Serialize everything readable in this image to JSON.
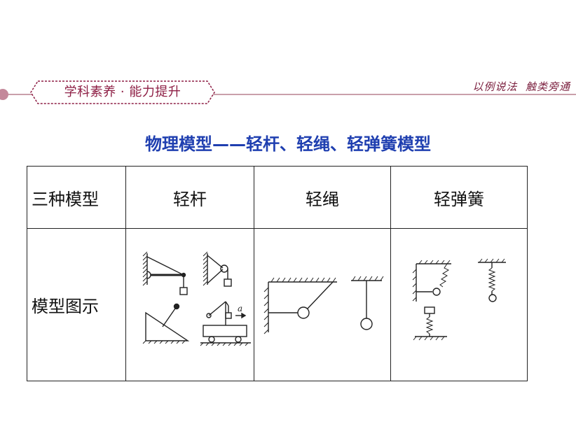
{
  "header": {
    "section_label": "学科素养 · 能力提升",
    "tagline": "以例说法  触类旁通"
  },
  "title": "物理模型——轻杆、轻绳、轻弹簧模型",
  "table": {
    "row_header_label": "三种模型",
    "columns": [
      "轻杆",
      "轻绳",
      "轻弹簧"
    ],
    "row_label": "模型图示",
    "rod_diagram_label": "a"
  },
  "colors": {
    "accent": "#8e1f45",
    "title": "#1f3fb0",
    "header_line": "#c9a0aa"
  }
}
